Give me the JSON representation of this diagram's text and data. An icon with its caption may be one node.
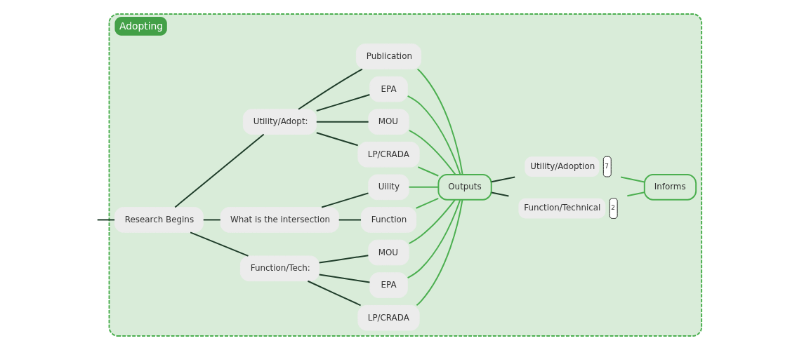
{
  "diagram": {
    "nodes": [
      {
        "text": [
          "Adopting"
        ]
      },
      {
        "text": [
          "Research Begins"
        ],
        "in": 0
      },
      {
        "text": [
          "Function/Tech:"
        ],
        "in": 0
      },
      {
        "text": [
          "LP/CRADA"
        ],
        "in": 0
      },
      {
        "text": [
          "EPA"
        ],
        "in": 0
      },
      {
        "text": [
          "MOU"
        ],
        "in": 0
      },
      {
        "text": [
          "What is the intersection"
        ],
        "in": 0
      },
      {
        "text": [
          "Function"
        ],
        "in": 0
      },
      {
        "text": [
          "Uility"
        ],
        "in": 0
      },
      {
        "text": [
          "Utility/Adopt:"
        ],
        "in": 0
      },
      {
        "text": [
          "LP/CRADA"
        ],
        "in": 0
      },
      {
        "text": [
          "MOU"
        ],
        "in": 0
      },
      {
        "text": [
          "EPA"
        ],
        "in": 0
      },
      {
        "text": [
          "Publication"
        ],
        "in": 0
      },
      {
        "text": [
          "Outputs"
        ],
        "in": 0
      },
      {
        "text": [
          "Function/Technical"
        ],
        "in": 0,
        "beside": [
          "2"
        ]
      },
      {
        "text": [
          "Utility/Adoption"
        ],
        "in": 0,
        "beside": [
          "7"
        ]
      },
      {
        "text": [
          "Informs"
        ],
        "in": 0
      }
    ],
    "edges": [
      {
        "from": null,
        "to": 1,
        "arrow": "none"
      },
      {
        "from": 1,
        "to": 2,
        "arrow": "none"
      },
      {
        "from": 1,
        "to": 6,
        "arrow": "none"
      },
      {
        "from": 1,
        "to": 9,
        "arrow": "none"
      },
      {
        "from": 2,
        "to": 3,
        "arrow": "none"
      },
      {
        "from": 2,
        "to": 4,
        "arrow": "none"
      },
      {
        "from": 2,
        "to": 5,
        "arrow": "none"
      },
      {
        "from": 6,
        "to": 7,
        "arrow": "none"
      },
      {
        "from": 6,
        "to": 8,
        "arrow": "none"
      },
      {
        "from": 9,
        "to": 10,
        "arrow": "none"
      },
      {
        "from": 9,
        "to": 11,
        "arrow": "none"
      },
      {
        "from": 9,
        "to": 12,
        "arrow": "none"
      },
      {
        "from": 9,
        "to": 13,
        "arrow": "none"
      },
      {
        "from": 3,
        "to": 14,
        "arrow": "none",
        "color": "#4caf50"
      },
      {
        "from": 4,
        "to": 14,
        "arrow": "none",
        "color": "#4caf50"
      },
      {
        "from": 5,
        "to": 14,
        "arrow": "none",
        "color": "#4caf50"
      },
      {
        "from": 7,
        "to": 14,
        "arrow": "none",
        "color": "#4caf50"
      },
      {
        "from": 8,
        "to": 14,
        "arrow": "none",
        "color": "#4caf50"
      },
      {
        "from": 10,
        "to": 14,
        "arrow": "none",
        "color": "#4caf50"
      },
      {
        "from": 11,
        "to": 14,
        "arrow": "none",
        "color": "#4caf50"
      },
      {
        "from": 12,
        "to": 14,
        "arrow": "none",
        "color": "#4caf50"
      },
      {
        "from": 13,
        "to": 14,
        "arrow": "none",
        "color": "#4caf50"
      },
      {
        "from": 14,
        "to": 15,
        "arrow": "none"
      },
      {
        "from": 14,
        "to": 16,
        "arrow": "none"
      },
      {
        "from": 15,
        "to": 17,
        "arrow": "none",
        "color": "#4caf50"
      },
      {
        "from": 16,
        "to": 17,
        "arrow": "none",
        "color": "#4caf50"
      }
    ]
  }
}
